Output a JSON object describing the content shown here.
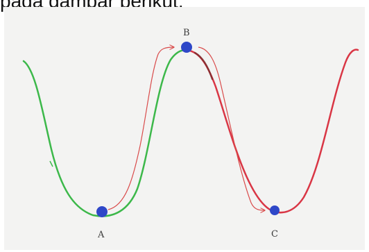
{
  "caption": "pada gambar berikut:",
  "diagram": {
    "points": {
      "a": "A",
      "b": "B",
      "c": "C"
    },
    "colors": {
      "left_track": "#3cb84a",
      "right_track": "#d93645",
      "ball": "#2e47c8",
      "arrow": "#d94a4a",
      "background": "#f3f3f2"
    }
  }
}
